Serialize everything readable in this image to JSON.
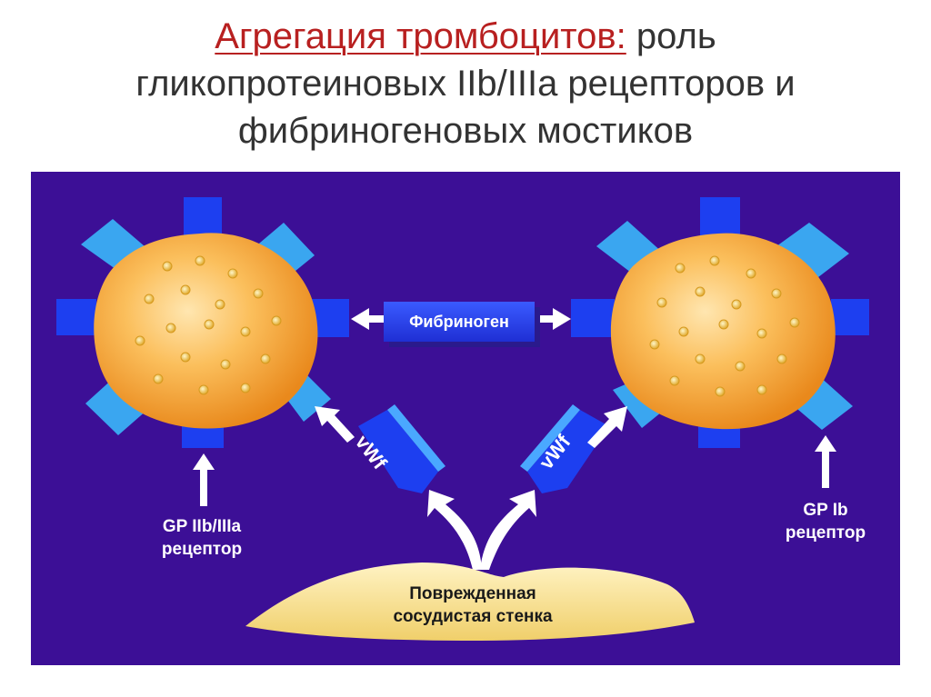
{
  "title": {
    "highlight": "Агрегация тромбоцитов:",
    "line1_rest": "роль",
    "line2": "гликопротеиновых IIb/IIIa рецепторов и",
    "line3": "фибриногеновых мостиков"
  },
  "diagram": {
    "fibrinogen": "Фибриноген",
    "vwf_left": "vWf",
    "vwf_right": "vWf",
    "gp2b3a_line1": "GP IIb/IIIa",
    "gp2b3a_line2": "рецептор",
    "gp1b_line1": "GP Ib",
    "gp1b_line2": "рецептор",
    "wall_line1": "Поврежденная",
    "wall_line2": "сосудистая стенка"
  },
  "colors": {
    "background_panel": "#3c0f96",
    "platelet": "#f4a43a",
    "receptor_gp2b3a": "#1d3ff0",
    "receptor_gp1b": "#3aa6f0",
    "vessel_wall": "#f6dc8a",
    "title_highlight": "#b82020"
  }
}
